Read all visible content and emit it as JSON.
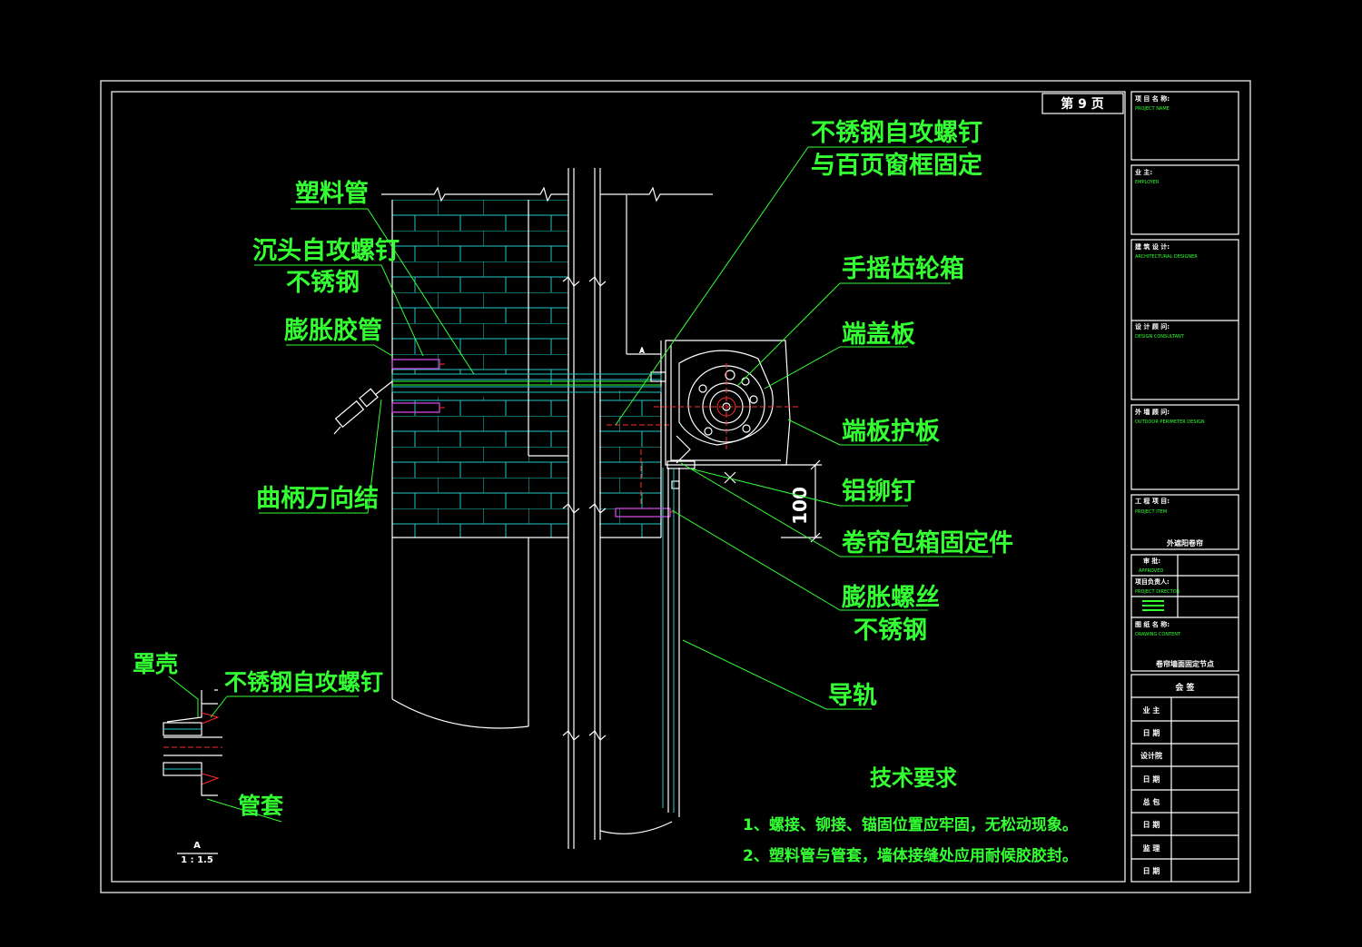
{
  "page_label": "第 9 页",
  "labels": {
    "plastic_pipe": "塑料管",
    "countersunk_screw_1": "沉头自攻螺钉",
    "countersunk_screw_2": "不锈钢",
    "expansion_rubber": "膨胀胶管",
    "crank_joint": "曲柄万向结",
    "ss_screw_top_1": "不锈钢自攻螺钉",
    "ss_screw_top_2": "与百页窗框固定",
    "gearbox": "手摇齿轮箱",
    "end_cover": "端盖板",
    "end_guard": "端板护板",
    "rivet": "铝铆钉",
    "box_fixer": "卷帘包箱固定件",
    "expansion_bolt_1": "膨胀螺丝",
    "expansion_bolt_2": "不锈钢",
    "guide_rail": "导轨",
    "dimension": "100",
    "detail_shell": "罩壳",
    "detail_screw": "不锈钢自攻螺钉",
    "detail_sleeve": "管套",
    "detail_mark": "A",
    "detail_scale": "1 : 1.5",
    "section_mark": "A"
  },
  "tech": {
    "title": "技术要求",
    "item1": "1、螺接、铆接、锚固位置应牢固，无松动现象。",
    "item2": "2、塑料管与管套，墙体接缝处应用耐候胶胶封。"
  },
  "title_block": {
    "project_label": "项 目 名 称:",
    "project_sub": "PROJECT NAME",
    "owner_label": "业 主:",
    "owner_sub": "EMPLOYER",
    "arch_label": "建 筑 设 计:",
    "arch_sub": "ARCHITECTURAL DESIGNER",
    "consult_label": "设 计 顾 问:",
    "consult_sub": "DESIGN CONSULTANT",
    "facade_label": "外 墙 顾 问:",
    "facade_sub": "OUTDOOR PERIMETER DESIGN",
    "proj_item_label": "工 程 项 目:",
    "proj_item_sub": "PROJECT ITEM",
    "proj_item_value": "外遮阳卷帘",
    "approve_label": "审 批:",
    "approve_sub": "APPROVED",
    "director_label": "项目负责人:",
    "director_sub": "PROJECT DIRECTOR",
    "drawing_label": "图 纸 名 称:",
    "drawing_sub": "DRAWING CONTENT",
    "drawing_value": "卷帘墙面固定节点",
    "sign_header": "会 签",
    "sign_rows": [
      "业 主",
      "日 期",
      "设计院",
      "日 期",
      "总 包",
      "日 期",
      "监 理",
      "日 期"
    ]
  }
}
